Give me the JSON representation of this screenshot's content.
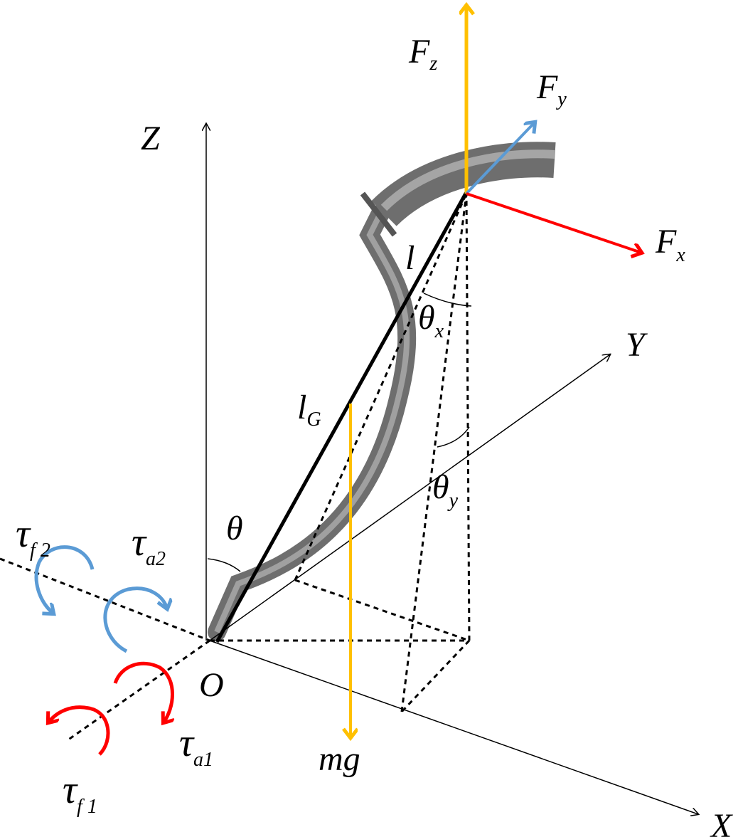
{
  "diagram": {
    "colors": {
      "force_vertical": "#FFC000",
      "force_y": "#5B9BD5",
      "force_x": "#FF0000",
      "tube": "#7a7a7a"
    },
    "labels": {
      "axis_z": "Z",
      "axis_y": "Y",
      "axis_x": "X",
      "origin": "O",
      "fz": {
        "main": "F",
        "sub": "z"
      },
      "fy": {
        "main": "F",
        "sub": "y"
      },
      "fx": {
        "main": "F",
        "sub": "x"
      },
      "length": "l",
      "length_g": {
        "main": "l",
        "sub": "G"
      },
      "theta": "θ",
      "theta_x": {
        "main": "θ",
        "sub": "x"
      },
      "theta_y": {
        "main": "θ",
        "sub": "y"
      },
      "weight": "mg",
      "tau_f2": {
        "main": "τ",
        "sub": "f 2"
      },
      "tau_a2": {
        "main": "τ",
        "sub": "a2"
      },
      "tau_a1": {
        "main": "τ",
        "sub": "a1"
      },
      "tau_f1": {
        "main": "τ",
        "sub": "f 1"
      }
    }
  }
}
